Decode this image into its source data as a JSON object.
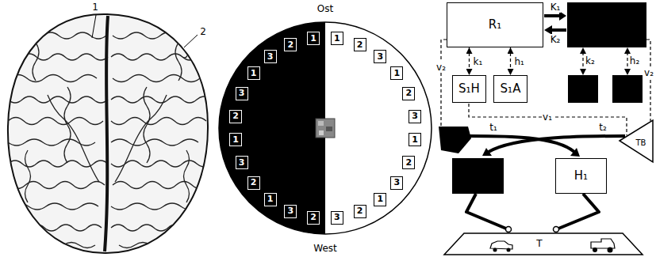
{
  "diagram": {
    "nodes": [
      {
        "text": [
          "1"
        ]
      },
      {
        "text": [
          "2"
        ]
      },
      {
        "text": [
          "3"
        ]
      },
      {
        "text": [
          "1"
        ]
      },
      {
        "text": [
          "3"
        ]
      },
      {
        "text": [
          "2"
        ]
      },
      {
        "text": [
          "1"
        ]
      },
      {
        "text": [
          "3"
        ]
      },
      {
        "text": [
          "2"
        ]
      },
      {
        "text": [
          "1"
        ]
      },
      {
        "text": [
          "3"
        ]
      },
      {
        "text": [
          "2"
        ]
      },
      {
        "text": [
          "1"
        ]
      },
      {
        "text": [
          "2"
        ]
      },
      {
        "text": [
          "3"
        ]
      },
      {
        "text": [
          "1"
        ]
      },
      {
        "text": [
          "2"
        ]
      },
      {
        "text": [
          "3"
        ]
      },
      {
        "text": [
          "1"
        ]
      },
      {
        "text": [
          "2"
        ]
      },
      {
        "text": [
          "3"
        ]
      },
      {
        "text": [
          "1"
        ]
      },
      {
        "text": [
          "2"
        ]
      },
      {
        "text": [
          "3"
        ]
      },
      {
        "text": [
          "R₁"
        ]
      },
      {
        "text": [
          "S₁H"
        ]
      },
      {
        "text": [
          "S₁A"
        ]
      },
      {
        "text": [
          "H₁"
        ]
      }
    ],
    "edges": [
      {
        "from": 24,
        "to": 25,
        "label": "k₁",
        "arrow": "both"
      },
      {
        "from": 24,
        "to": 26,
        "label": "h₁",
        "arrow": "both"
      }
    ],
    "labels": [
      "1",
      "2",
      "Ost",
      "West",
      "K₁",
      "K₂",
      "k₂",
      "h₂",
      "v₂",
      "v₂",
      "v₁",
      "t₁",
      "t₂",
      "TB",
      "T"
    ]
  }
}
